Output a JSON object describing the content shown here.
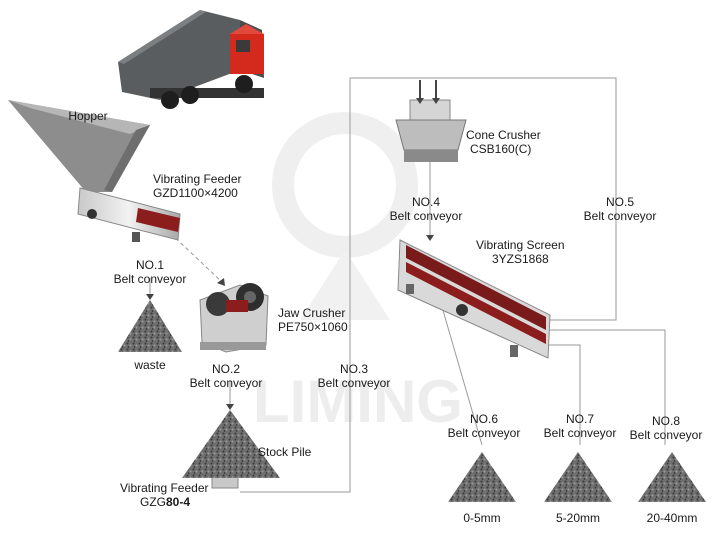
{
  "diagram": {
    "labels": {
      "hopper": "Hopper",
      "vf1_name": "Vibrating Feeder",
      "vf1_model": "GZD1100×4200",
      "no1": "NO.1",
      "no1_sub": "Belt conveyor",
      "waste": "waste",
      "jaw_name": "Jaw Crusher",
      "jaw_model": "PE750×1060",
      "no2": "NO.2",
      "no2_sub": "Belt conveyor",
      "no3": "NO.3",
      "no3_sub": "Belt conveyor",
      "stock": "Stock Pile",
      "vf2_name": "Vibrating Feeder",
      "vf2_model_a": "GZG",
      "vf2_model_b": "80-4",
      "cone_name": "Cone Crusher",
      "cone_model": "CSB160(C)",
      "no4": "NO.4",
      "no4_sub": "Belt conveyor",
      "no5": "NO.5",
      "no5_sub": "Belt conveyor",
      "screen_name": "Vibrating Screen",
      "screen_model": "3YZS1868",
      "no6": "NO.6",
      "no6_sub": "Belt conveyor",
      "no7": "NO.7",
      "no7_sub": "Belt conveyor",
      "no8": "NO.8",
      "no8_sub": "Belt conveyor",
      "size1": "0-5mm",
      "size2": "5-20mm",
      "size3": "20-40mm"
    },
    "watermark": "LIMING",
    "colors": {
      "truck_red": "#d42a1e",
      "truck_box": "#5a5d5f",
      "machine_red": "#8c1d1d",
      "line": "#9a9a9a",
      "watermark": "#ececec"
    }
  }
}
